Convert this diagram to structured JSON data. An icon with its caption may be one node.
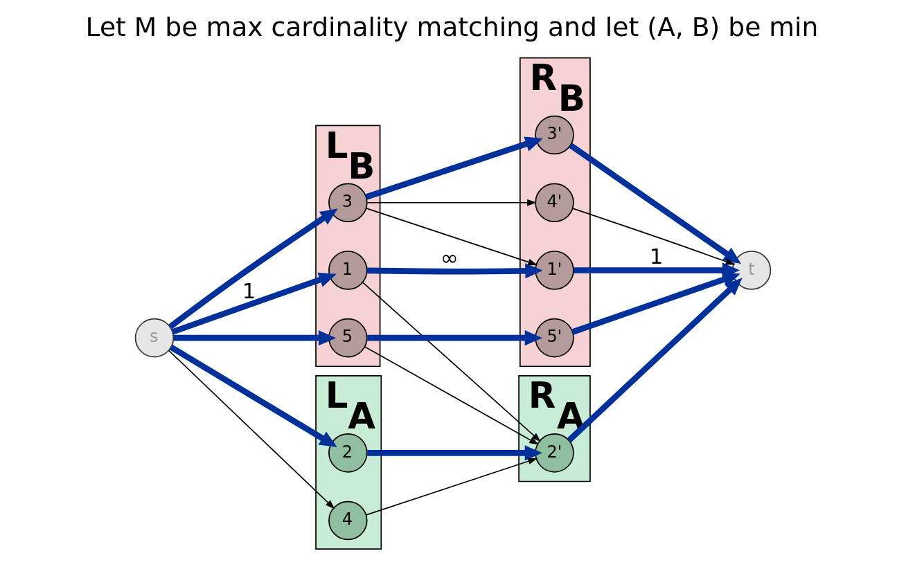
{
  "diagram": {
    "title": "Let M be max cardinality matching and let (A, B) be min",
    "nodes": [
      {
        "text": [
          "L$_{B}$"
        ]
      },
      {
        "text": [
          "1"
        ],
        "in": 0
      },
      {
        "text": [
          "R$_{B}$"
        ]
      },
      {
        "text": [
          "1'"
        ],
        "in": 2
      },
      {
        "text": [
          "L$_{A}$"
        ]
      },
      {
        "text": [
          "2"
        ],
        "in": 4
      },
      {
        "text": [
          "R$_{A}$"
        ]
      },
      {
        "text": [
          "2'"
        ],
        "in": 6
      },
      {
        "text": [
          "s"
        ]
      },
      {
        "text": [
          "3"
        ],
        "in": 0
      },
      {
        "text": [
          "3'"
        ],
        "in": 2
      },
      {
        "text": [
          "t"
        ]
      },
      {
        "text": [
          "4"
        ],
        "in": 4
      },
      {
        "text": [
          "4'"
        ],
        "in": 2
      },
      {
        "text": [
          "5"
        ],
        "in": 0
      },
      {
        "text": [
          "5'"
        ],
        "in": 2
      }
    ],
    "edges": [
      {
        "from": 8,
        "to": 1,
        "arrow": "to",
        "label": "1"
      },
      {
        "from": 8,
        "to": 5,
        "arrow": "to"
      },
      {
        "from": 8,
        "to": 9,
        "arrow": "to"
      },
      {
        "from": 8,
        "to": 12,
        "arrow": "to",
        "color": "#000000"
      },
      {
        "from": 8,
        "to": 14,
        "arrow": "to"
      },
      {
        "from": 1,
        "to": 3,
        "arrow": "to",
        "label": "∞"
      },
      {
        "from": 1,
        "to": 7,
        "arrow": "to",
        "color": "#000000"
      },
      {
        "from": 5,
        "to": 7,
        "arrow": "to"
      },
      {
        "from": 9,
        "to": 3,
        "arrow": "to",
        "color": "#000000"
      },
      {
        "from": 9,
        "to": 10,
        "arrow": "to"
      },
      {
        "from": 9,
        "to": 13,
        "arrow": "to",
        "color": "#000000"
      },
      {
        "from": 12,
        "to": 7,
        "arrow": "to",
        "color": "#000000"
      },
      {
        "from": 14,
        "to": 7,
        "arrow": "to",
        "color": "#000000"
      },
      {
        "from": 14,
        "to": 15,
        "arrow": "to"
      },
      {
        "from": 3,
        "to": 11,
        "arrow": "to",
        "label": "1"
      },
      {
        "from": 7,
        "to": 11,
        "arrow": "to"
      },
      {
        "from": 10,
        "to": 11,
        "arrow": "to"
      },
      {
        "from": 13,
        "to": 11,
        "arrow": "to",
        "color": "#000000"
      },
      {
        "from": 15,
        "to": 11,
        "arrow": "to"
      }
    ]
  }
}
